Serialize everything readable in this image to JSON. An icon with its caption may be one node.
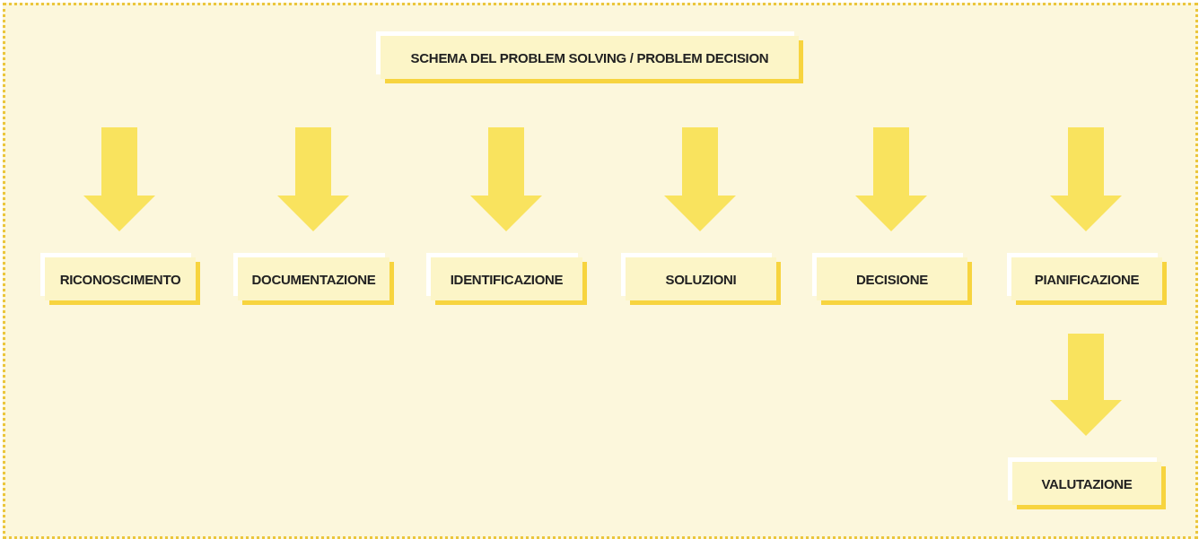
{
  "diagram": {
    "nodes": [
      {
        "text": [
          "SCHEMA DEL PROBLEM SOLVING / PROBLEM DECISION"
        ]
      },
      {
        "text": [
          "RICONOSCIMENTO"
        ]
      },
      {
        "text": [
          "DOCUMENTAZIONE"
        ]
      },
      {
        "text": [
          "IDENTIFICAZIONE"
        ]
      },
      {
        "text": [
          "SOLUZIONI"
        ]
      },
      {
        "text": [
          "DECISIONE"
        ]
      },
      {
        "text": [
          "PIANIFICAZIONE"
        ]
      },
      {
        "text": [
          "VALUTAZIONE"
        ]
      }
    ],
    "edges": [
      {
        "from": null,
        "to": 1,
        "arrow": "to"
      },
      {
        "from": null,
        "to": 2,
        "arrow": "to"
      },
      {
        "from": null,
        "to": 3,
        "arrow": "to"
      },
      {
        "from": null,
        "to": 4,
        "arrow": "to"
      },
      {
        "from": null,
        "to": 5,
        "arrow": "to"
      },
      {
        "from": null,
        "to": 6,
        "arrow": "to"
      },
      {
        "from": 6,
        "to": 7,
        "arrow": "to"
      }
    ]
  }
}
